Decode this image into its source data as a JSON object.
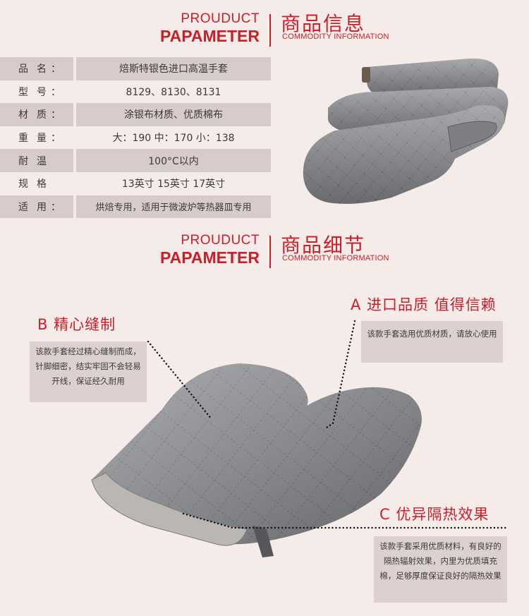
{
  "section1": {
    "en_line1": "PROUDUCT",
    "en_line2": "PAPAMETER",
    "cn_title": "商品信息",
    "en_sub": "COMMODITY INFORMATION"
  },
  "spec_rows": [
    {
      "label": "品名",
      "value": "焙斯特银色进口高温手套"
    },
    {
      "label": "型号",
      "value": "8129、8130、8131"
    },
    {
      "label": "材质",
      "value": "涂银布材质、优质棉布"
    },
    {
      "label": "重量",
      "value": "大：190  中：170  小：138"
    },
    {
      "label": "耐温",
      "value": "100°C以内"
    },
    {
      "label": "规格",
      "value": "13英寸  15英寸  17英寸"
    },
    {
      "label": "适用",
      "value": "烘焙专用，适用于微波炉等热器皿专用"
    }
  ],
  "spec_colon": "：",
  "section2": {
    "en_line1": "PROUDUCT",
    "en_line2": "PAPAMETER",
    "cn_title": "商品细节",
    "en_sub": "COMMODITY INFORMATION"
  },
  "features": {
    "a_title": "A 进口品质 值得信赖",
    "a_text": "该款手套选用优质材质，请放心使用",
    "b_title": "B 精心缝制",
    "b_text": "该款手套经过精心缝制而成，针脚细密，结实牢固不会轻易开线，保证经久耐用",
    "c_title": "C 优异隔热效果",
    "c_text": "该款手套采用优质材料，有良好的隔热辐射效果，内里为优质填充棉，足够厚度保证良好的隔热效果"
  },
  "colors": {
    "accent": "#c8202a",
    "background": "#f5ebe9",
    "row_shade": "#d8cbcb",
    "glove_silver": "#8a8c91"
  }
}
